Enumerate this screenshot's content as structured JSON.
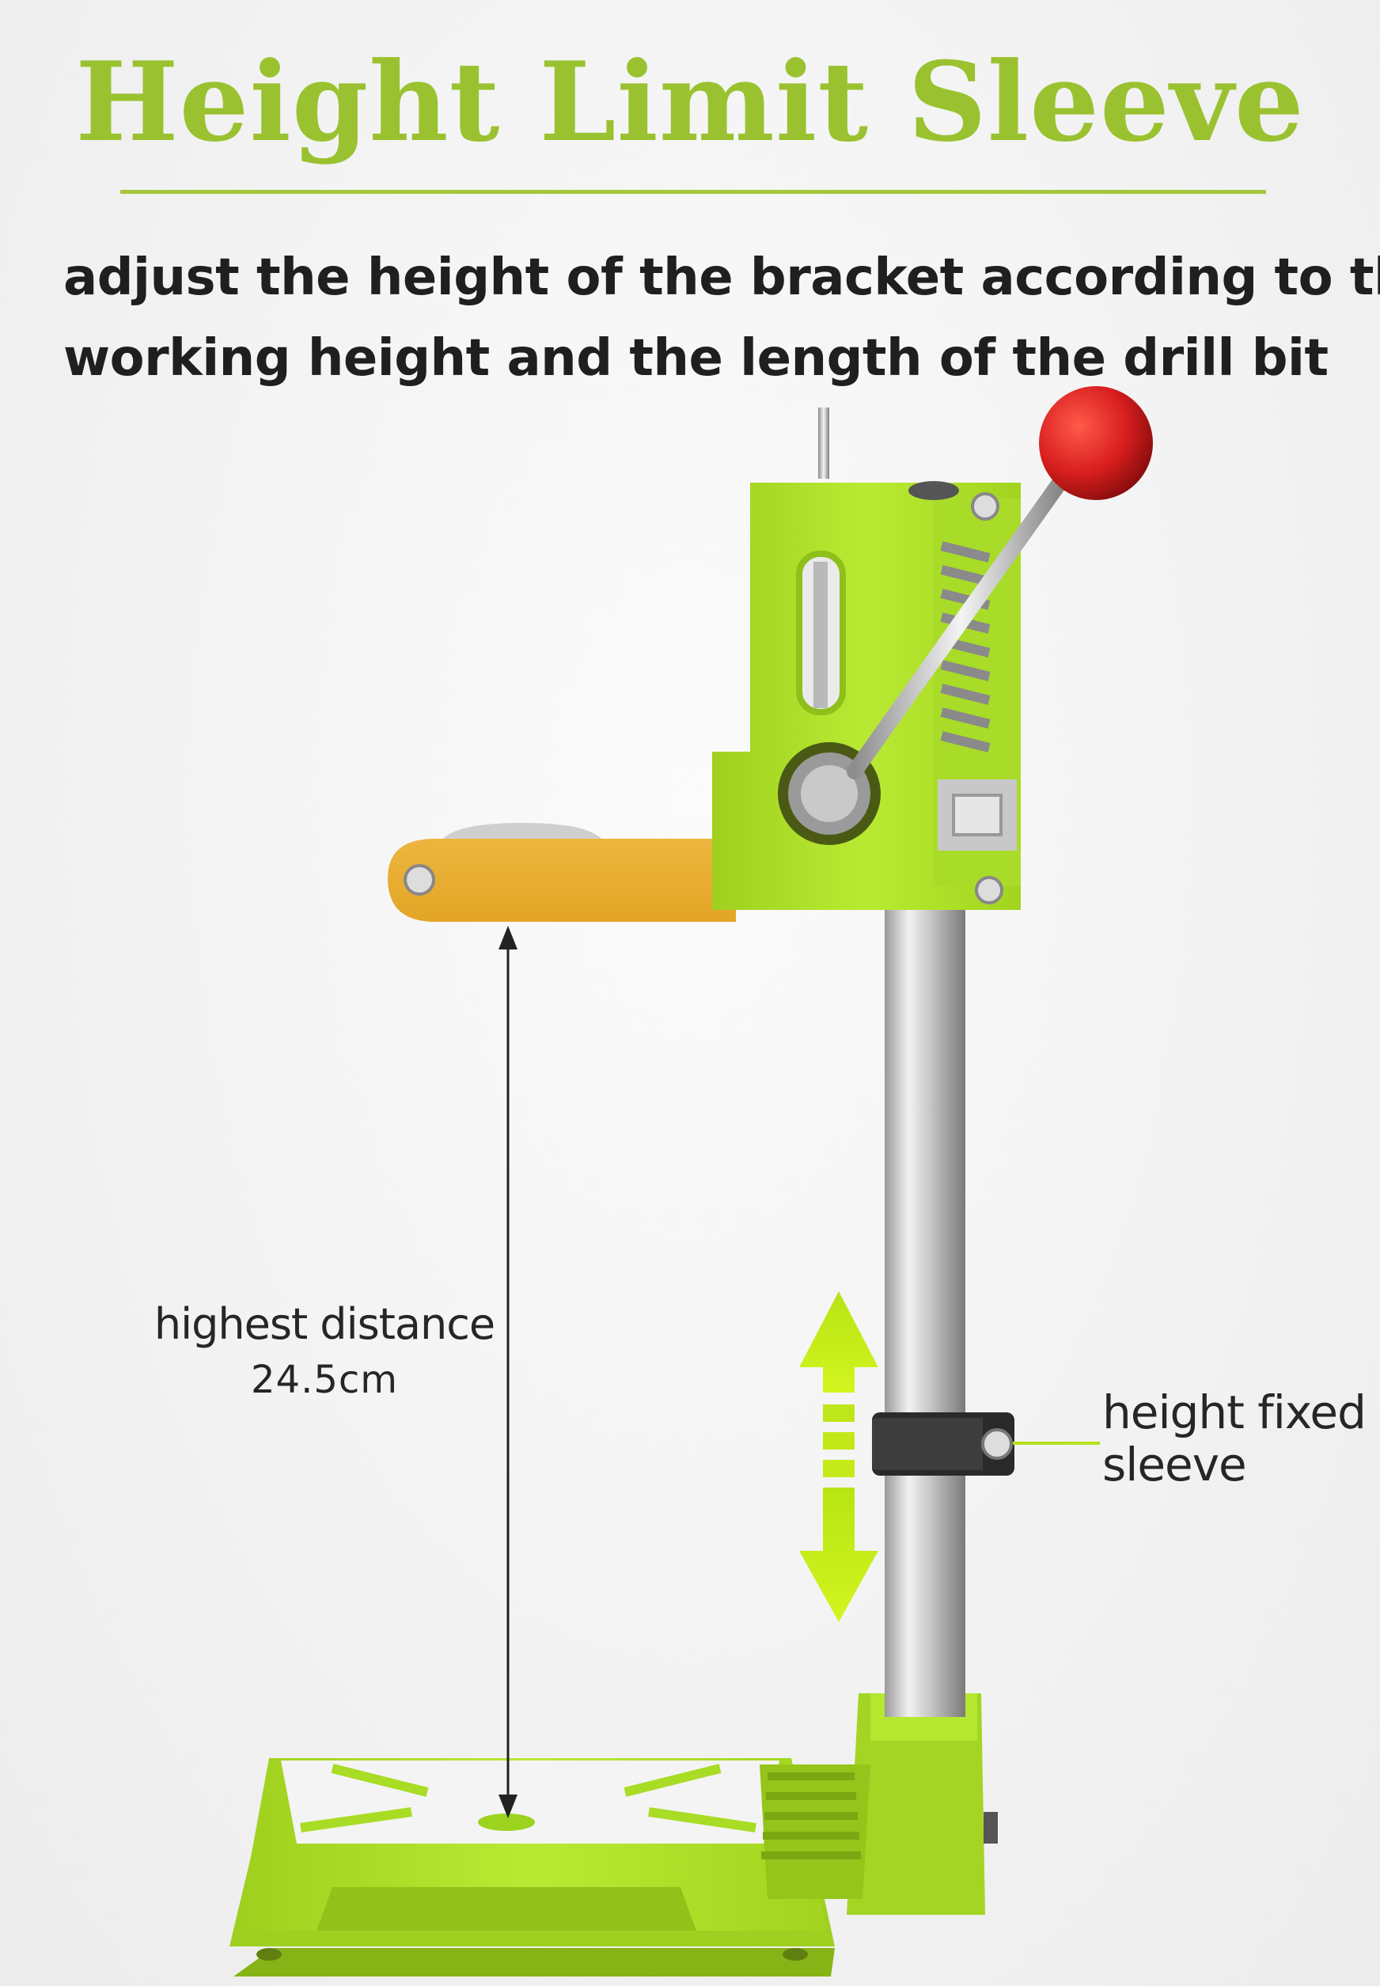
{
  "header": {
    "title": "Height Limit Sleeve",
    "subtitle_line1": "adjust the height of the bracket according to the",
    "subtitle_line2": "working height and the length of the drill bit"
  },
  "annotations": {
    "distance_label": "highest distance",
    "distance_value": "24.5cm",
    "sleeve_label_line1": "height fixed",
    "sleeve_label_line2": "sleeve"
  },
  "colors": {
    "title_green": "#9ac230",
    "body_green": "#b4e629",
    "clamp_gold": "#f0b93a",
    "knob_red": "#d81e1e",
    "arrow_green": "#c5ee10"
  }
}
